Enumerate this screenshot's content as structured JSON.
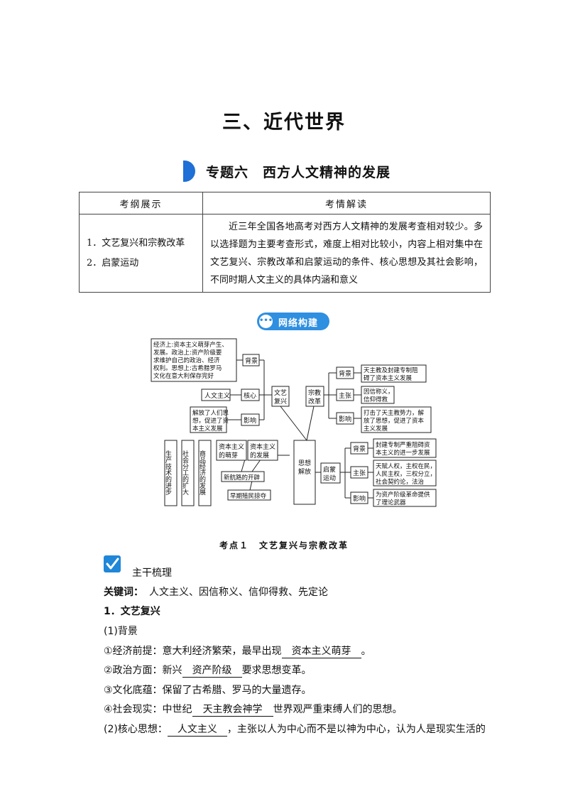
{
  "chapter_title": "三、近代世界",
  "topic_title": "专题六　西方人文精神的发展",
  "outline_table": {
    "headers": [
      "考纲展示",
      "考情解读"
    ],
    "syllabus": [
      "1．文艺复兴和宗教改革",
      "2．启蒙运动"
    ],
    "analysis": "近三年全国各地高考对西方人文精神的发展考查相对较少。多以选择题为主要考查形式，难度上相对比较小，内容上相对集中在文艺复兴、宗教改革和启蒙运动的条件、核心思想及其社会影响，不同时期人文主义的具体内涵和意义"
  },
  "network_badge": "网络构建",
  "diagram": {
    "renaissance": [
      "文艺",
      "复兴"
    ],
    "reformation": [
      "宗教",
      "改革"
    ],
    "enlightenment": [
      "启蒙",
      "运动"
    ],
    "emancipation": [
      "思想",
      "解放"
    ],
    "background_label": "背景",
    "core_label": "核心",
    "influence_label": "影响",
    "claim_label": "主张",
    "renaissance_background": [
      "经济上:资本主义萌芽产生、",
      "发展。政治上:资产阶级要",
      "求维护自己的政治、经济",
      "权利。思想上:古希腊罗马",
      "文化在意大利保存完好"
    ],
    "humanism": "人文主义",
    "renaissance_influence": [
      "解放了人们思",
      "想，促进了资",
      "本主义发展"
    ],
    "reformation_background": [
      "天主教及封建专制阻",
      "碍了资本主义发展"
    ],
    "reformation_claim": [
      "因信称义，",
      "信仰得救"
    ],
    "reformation_influence": [
      "打击了天主教势力，解",
      "放了思想，促进了资本",
      "主义发展"
    ],
    "enlightenment_background": [
      "封建专制严重阻碍资",
      "本主义的进一步发展"
    ],
    "enlightenment_claim": [
      "天赋人权，主权在民，",
      "人民主权，三权分立，",
      "社会契约论，法治"
    ],
    "enlightenment_influence": [
      "为资产阶级革命提供",
      "了理论武器"
    ],
    "capitalism_sprout": [
      "资本主义",
      "的萌芽"
    ],
    "capitalism_development": [
      "资本主义",
      "的发展"
    ],
    "new_routes": "新航路的开辟",
    "early_colonial": "早期殖民掠夺",
    "vertical_1": "生产技术的进步",
    "vertical_2": "社会分工的扩大",
    "vertical_3": "商品经济的发展"
  },
  "section_caption": "考点１　文艺复兴与宗教改革",
  "trunk_label": "主干梳理",
  "keywords": {
    "label": "关键词：",
    "value": "人文主义、因信称义、信仰得救、先定论"
  },
  "heading_1": "1．文艺复兴",
  "sub_background": "(1)背景",
  "lines": [
    {
      "prefix": "①经济前提：意大利经济繁荣，最早出现",
      "blank": "资本主义萌芽",
      "suffix": "。"
    },
    {
      "prefix": "②政治方面：新兴",
      "blank": "资产阶级",
      "suffix": "要求思想变革。"
    },
    {
      "prefix": "③文化底蕴：保留了古希腊、罗马的大量遗存。",
      "blank": "",
      "suffix": ""
    },
    {
      "prefix": "④社会现实：中世纪",
      "blank": "天主教会神学",
      "suffix": "世界观严重束缚人们的思想。"
    },
    {
      "prefix": "(2)核心思想：",
      "blank": "人文主义",
      "suffix": "，主张以人为中心而不是以神为中心，认为人是现实生活的"
    }
  ]
}
